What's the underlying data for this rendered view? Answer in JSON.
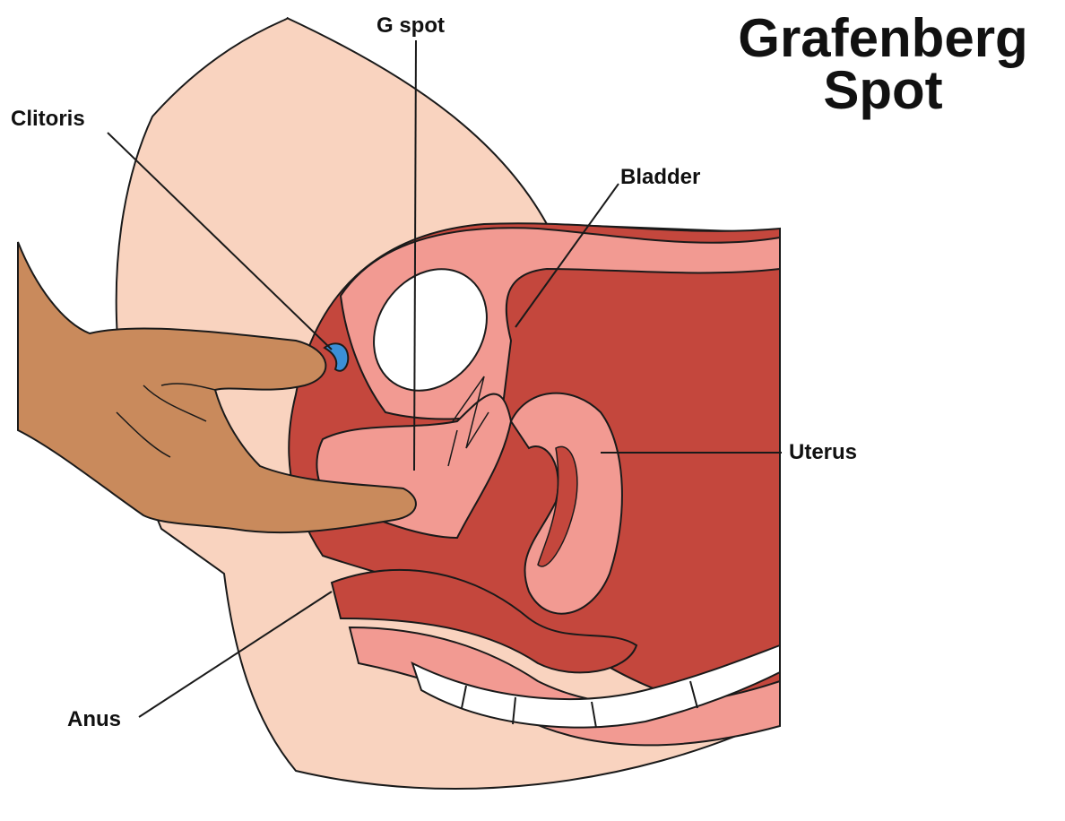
{
  "title": {
    "line1": "Grafenberg",
    "line2": "Spot"
  },
  "labels": {
    "g_spot": "G spot",
    "clitoris": "Clitoris",
    "bladder": "Bladder",
    "uterus": "Uterus",
    "anus": "Anus"
  },
  "colors": {
    "skin": "#f9d3bf",
    "tissue_pink": "#f29a92",
    "tissue_dark": "#c4473d",
    "clitoris": "#3b8fd6",
    "hand": "#c98a5c",
    "outline": "#1a1a1a",
    "bone": "#ffffff"
  }
}
